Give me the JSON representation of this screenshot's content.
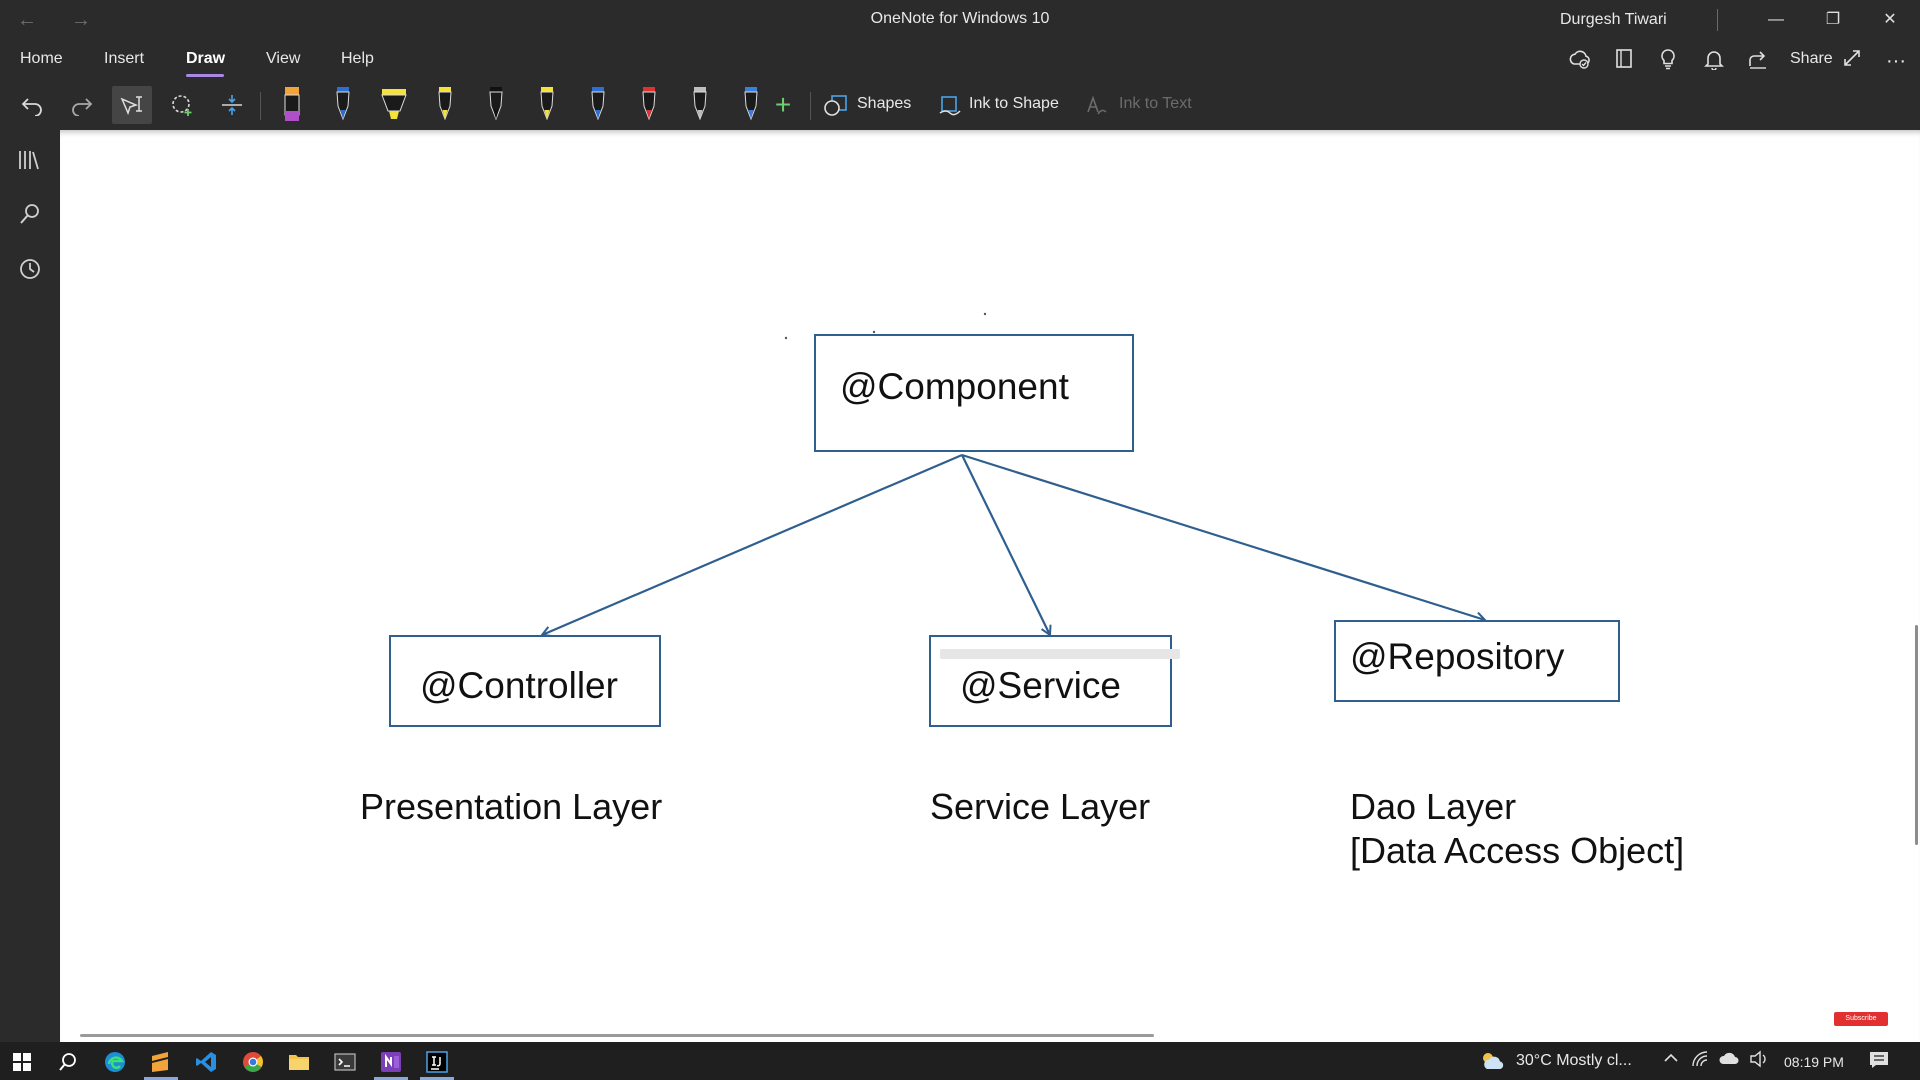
{
  "titlebar": {
    "title": "OneNote for Windows 10",
    "user": "Durgesh Tiwari",
    "back": "←",
    "forward": "→",
    "minimize": "—",
    "restore": "❐",
    "close": "✕"
  },
  "menu": {
    "items": [
      "Home",
      "Insert",
      "Draw",
      "View",
      "Help"
    ],
    "active": "Draw",
    "share_label": "Share",
    "more": "···"
  },
  "toolbar": {
    "shapes_label": "Shapes",
    "ink_to_shape_label": "Ink to Shape",
    "ink_to_text_label": "Ink to Text",
    "pens": [
      {
        "name": "eraser-pen",
        "tip": "#222222",
        "body": "#f2a33a",
        "band": "#b050c8"
      },
      {
        "name": "pen-blue",
        "tip": "#2b6fd6",
        "body": "#1a1a1a"
      },
      {
        "name": "highlighter-yellow-wide",
        "tip": "#f4e13a",
        "body": "#f4e13a"
      },
      {
        "name": "highlighter-yellow",
        "tip": "#f4e13a",
        "body": "#1a1a1a"
      },
      {
        "name": "pen-black",
        "tip": "#111111",
        "body": "#1a1a1a"
      },
      {
        "name": "pen-yellow",
        "tip": "#f4e13a",
        "body": "#1a1a1a"
      },
      {
        "name": "pen-blue-2",
        "tip": "#2b6fd6",
        "body": "#1a1a1a"
      },
      {
        "name": "pen-red",
        "tip": "#e03030",
        "body": "#1a1a1a"
      },
      {
        "name": "pencil-gray",
        "tip": "#bfbfbf",
        "body": "#1a1a1a"
      },
      {
        "name": "pencil-blue",
        "tip": "#3a7fe0",
        "body": "#1a1a1a"
      }
    ],
    "add_pen": "+"
  },
  "diagram": {
    "root": "@Component",
    "children": [
      "@Controller",
      "@Service",
      "@Repository"
    ],
    "layers": {
      "presentation": "Presentation Layer",
      "service": "Service Layer",
      "dao_line1": "Dao Layer",
      "dao_line2": "[Data Access Object]"
    },
    "stroke_color": "#2f5f8f"
  },
  "badge": "Subscribe",
  "taskbar": {
    "weather": "30°C  Mostly cl...",
    "time": "08:19 PM",
    "apps": [
      "windows-start",
      "search",
      "edge",
      "sublime-text",
      "vscode",
      "chrome",
      "file-explorer",
      "terminal",
      "onenote",
      "intellij"
    ]
  }
}
